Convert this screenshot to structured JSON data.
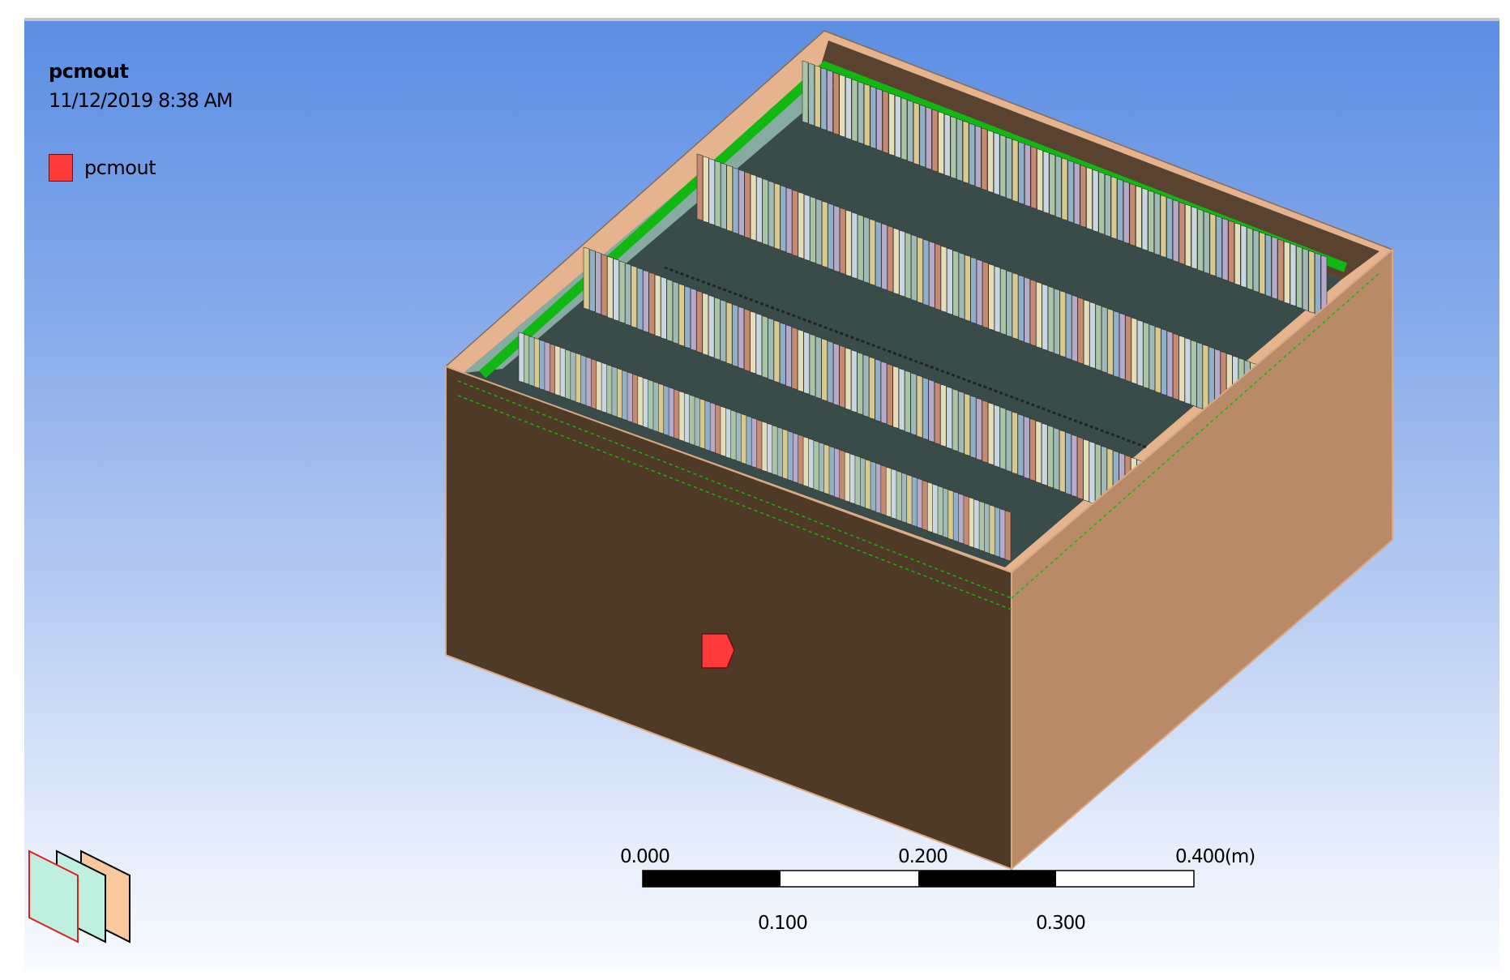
{
  "viewport": {
    "title": "pcmout",
    "timestamp": "11/12/2019 8:38 AM",
    "legend": [
      {
        "label": "pcmout",
        "color": "#ff3a3a"
      }
    ]
  },
  "scale_bar": {
    "top_labels": [
      "0.000",
      "0.200",
      "0.400"
    ],
    "bottom_labels": [
      "0.100",
      "0.300"
    ],
    "unit": "(m)"
  },
  "colors": {
    "box_front": "#4f3a28",
    "box_side": "#b88a68",
    "box_rim": "#e5b48f",
    "inlet_outlet_green": "#12b812",
    "marker_red": "#ff3a3a",
    "fin_palette": [
      "#c9d6df",
      "#d8c98c",
      "#c58a70",
      "#a8c6a6",
      "#8fb0c8",
      "#e3ddb8",
      "#9fb8b8",
      "#b7a9c9"
    ]
  },
  "icons": {
    "marker": "boundary-marker-icon",
    "triad": "view-planes-icon"
  }
}
